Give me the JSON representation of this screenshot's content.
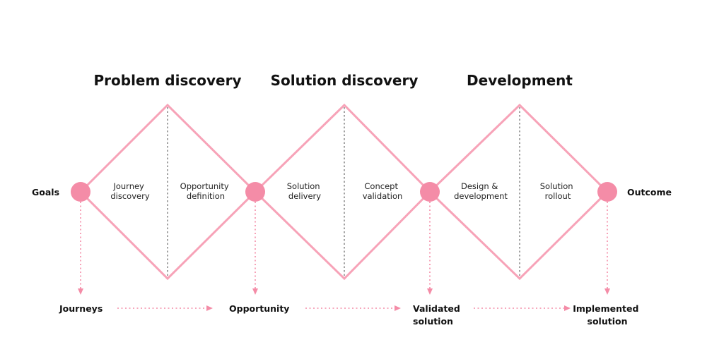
{
  "colors": {
    "accent": "#f7a3b8",
    "node": "#f48ca7",
    "text": "#111111",
    "divider": "#666666"
  },
  "phases": [
    {
      "title": "Problem discovery"
    },
    {
      "title": "Solution discovery"
    },
    {
      "title": "Development"
    }
  ],
  "steps": [
    {
      "lines": [
        "Journey",
        "discovery"
      ]
    },
    {
      "lines": [
        "Opportunity",
        "definition"
      ]
    },
    {
      "lines": [
        "Solution",
        "delivery"
      ]
    },
    {
      "lines": [
        "Concept",
        "validation"
      ]
    },
    {
      "lines": [
        "Design &",
        "development"
      ]
    },
    {
      "lines": [
        "Solution",
        "rollout"
      ]
    }
  ],
  "endpoints": {
    "start": "Goals",
    "end": "Outcome"
  },
  "milestones": [
    {
      "lines": [
        "Journeys"
      ]
    },
    {
      "lines": [
        "Opportunity"
      ]
    },
    {
      "lines": [
        "Validated",
        "solution"
      ]
    },
    {
      "lines": [
        "Implemented",
        "solution"
      ]
    }
  ]
}
